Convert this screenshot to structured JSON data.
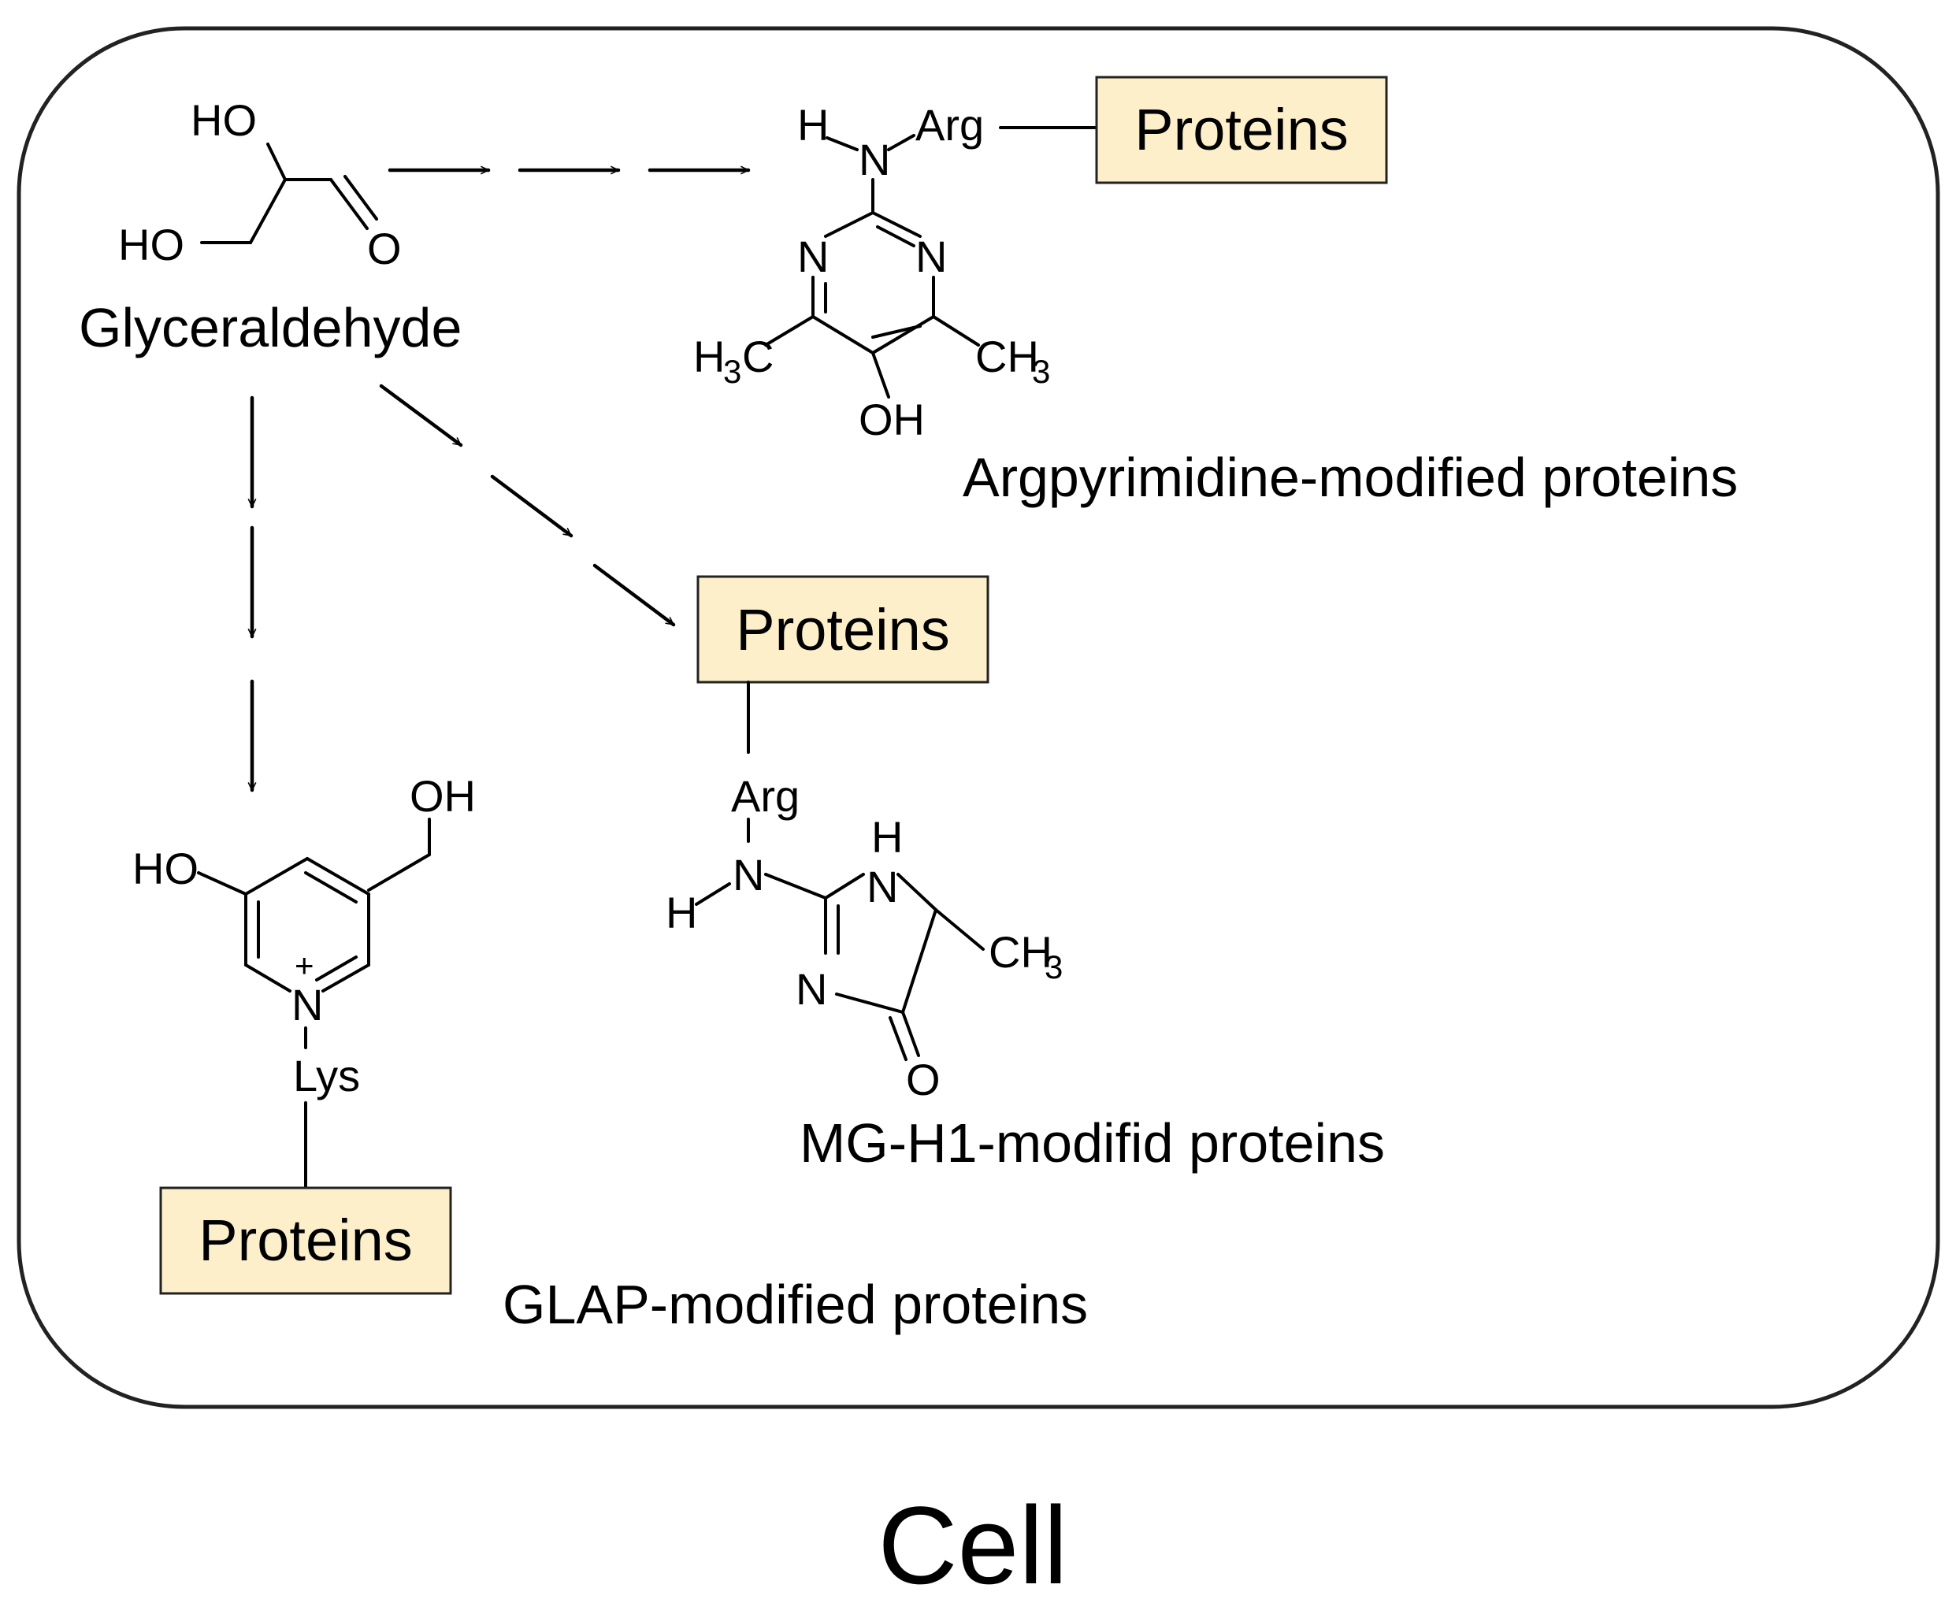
{
  "container": {
    "label": "Cell"
  },
  "glyceraldehyde": {
    "name": "Glyceraldehyde",
    "ho_top": "HO",
    "ho_bottom": "HO",
    "o": "O"
  },
  "argpyrimidine": {
    "h": "H",
    "n_link": "N",
    "arg": "Arg",
    "ring_n_left": "N",
    "ring_n_right": "N",
    "methyl_left_h": "H",
    "methyl_left_sub": "3",
    "methyl_left_c": "C",
    "methyl_right_ch": "CH",
    "methyl_right_sub": "3",
    "oh": "OH",
    "protein": "Proteins",
    "caption": "Argpyrimidine-modified proteins"
  },
  "mgh1": {
    "protein": "Proteins",
    "arg": "Arg",
    "h_top": "H",
    "n_top": "N",
    "h_side": "H",
    "n_side": "N",
    "n_ring": "N",
    "ch": "CH",
    "ch_sub": "3",
    "o": "O",
    "caption": "MG-H1-modifid proteins"
  },
  "glap": {
    "oh": "OH",
    "ho": "HO",
    "plus": "+",
    "n": "N",
    "lys": "Lys",
    "protein": "Proteins",
    "caption": "GLAP-modified proteins"
  }
}
